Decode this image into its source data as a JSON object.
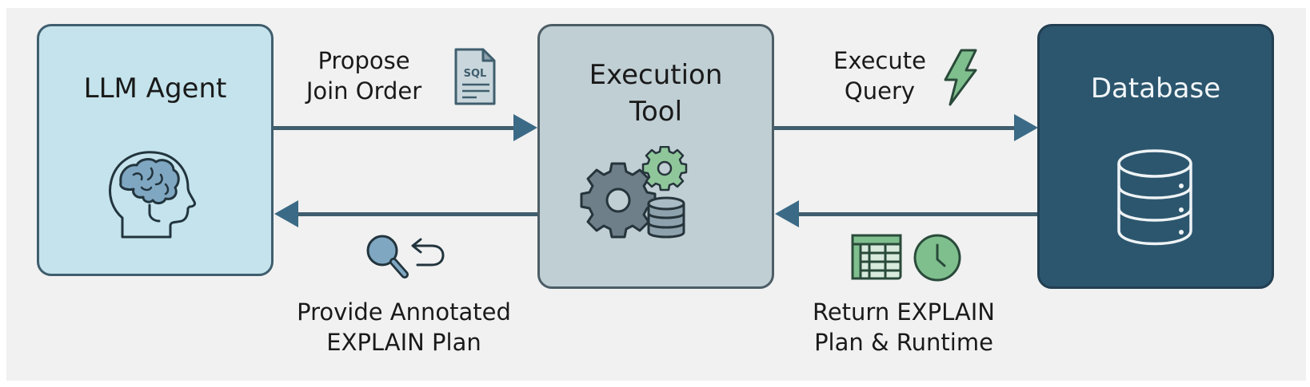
{
  "nodes": {
    "agent": {
      "title": "LLM Agent",
      "icon": "brain-head-icon"
    },
    "tool": {
      "title_line1": "Execution",
      "title_line2": "Tool",
      "icon": "gears-database-icon"
    },
    "database": {
      "title": "Database",
      "icon": "database-icon"
    }
  },
  "edges": {
    "propose": {
      "line1": "Propose",
      "line2": "Join Order",
      "icon": "sql-file-icon",
      "direction": "agent-to-tool"
    },
    "execute": {
      "line1": "Execute",
      "line2": "Query",
      "icon": "lightning-icon",
      "direction": "tool-to-database"
    },
    "return_plan": {
      "line1": "Return EXPLAIN",
      "line2": "Plan & Runtime",
      "icons": [
        "table-icon",
        "clock-icon"
      ],
      "direction": "database-to-tool"
    },
    "provide_plan": {
      "line1": "Provide Annotated",
      "line2": "EXPLAIN Plan",
      "icon": "search-return-icon",
      "direction": "tool-to-agent"
    }
  },
  "icon_text": {
    "sql": "SQL"
  },
  "colors": {
    "agent_fill": "#c4e3ec",
    "tool_fill": "#c0cfd4",
    "database_fill": "#2c566e",
    "arrow": "#3f5e6e",
    "accent_green": "#7fbf8e",
    "accent_blue": "#7fa7c2"
  }
}
